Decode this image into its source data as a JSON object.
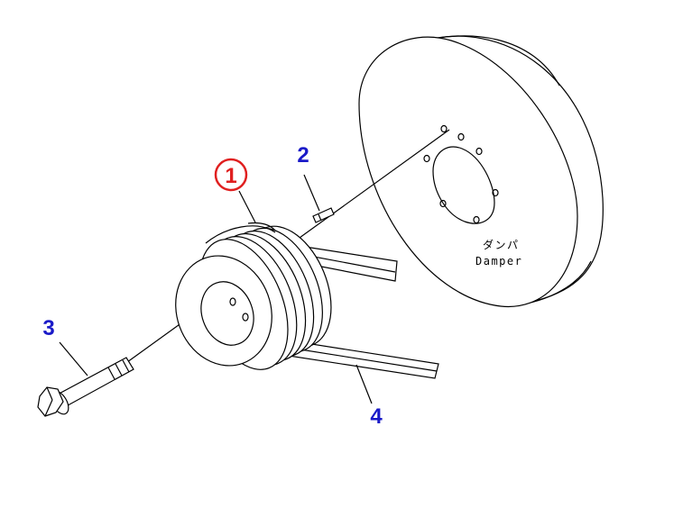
{
  "diagram": {
    "callouts": {
      "pulley": "1",
      "pin": "2",
      "bolt": "3",
      "belt": "4"
    },
    "damper": {
      "label_jp": "ダンパ",
      "label_en": "Damper"
    },
    "colors": {
      "callout_blue": "#1a1ac8",
      "callout_highlight": "#e02020",
      "line": "#000000"
    }
  }
}
